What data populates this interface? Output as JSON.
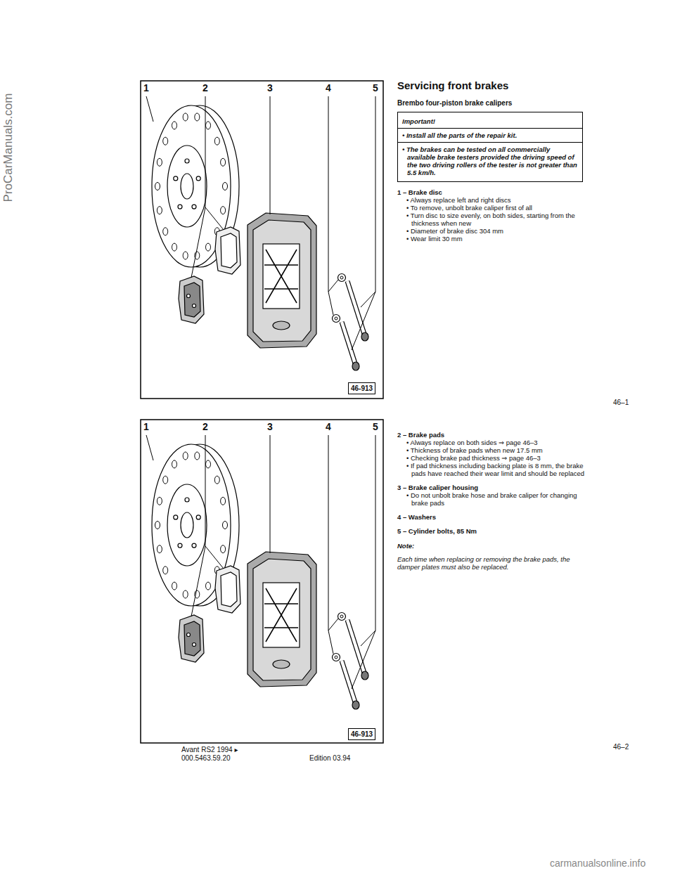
{
  "diagram": {
    "title": "Servicing front brakes",
    "nodes": [
      {
        "text": [
          "Important!",
          "• Install all the parts of the repair kit.",
          "• The brakes can be tested on all commercially available brake testers provided the driving speed of the two driving rollers of the tester is not greater than 5.5 km/h."
        ]
      },
      {
        "text": [
          "46-913"
        ]
      },
      {
        "text": [
          "46-913"
        ]
      }
    ],
    "labels": [
      "1",
      "2",
      "3",
      "4",
      "5",
      "Brembo four-piston brake calipers",
      "1 – Brake disc",
      "• Always replace left and right discs",
      "• To remove, unbolt brake caliper first of all",
      "• Turn disc to size evenly, on both sides, starting from the thickness when new",
      "• Diameter of brake disc 304 mm",
      "• Wear limit 30 mm",
      "46–1",
      "1",
      "2",
      "3",
      "4",
      "5",
      "2 – Brake pads",
      "• Always replace on both sides ⇒ page 46–3",
      "• Thickness of brake pads when new 17.5 mm",
      "• Checking brake pad thickness ⇒ page 46–3",
      "• If pad thickness including backing plate is 8 mm, the brake pads have reached their wear limit and should be replaced",
      "3 – Brake caliper housing",
      "• Do not unbolt brake hose and brake caliper for changing brake pads",
      "4 – Washers",
      "5 – Cylinder bolts, 85 Nm",
      "Note:",
      "Each time when replacing or removing the brake pads, the damper plates must also be replaced.",
      "46–2",
      "Avant RS2 1994 ▸",
      "000.5463.59.20",
      "Edition 03.94",
      "ProCarManuals.com",
      "carmanualsonline.info"
    ]
  }
}
